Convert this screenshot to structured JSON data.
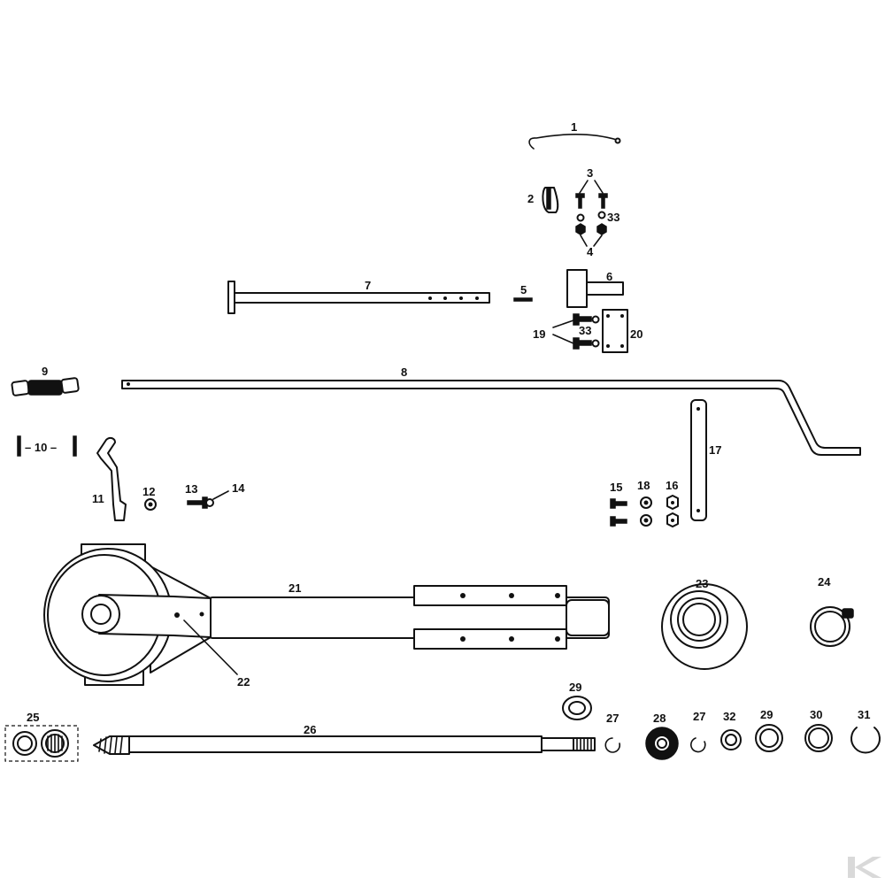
{
  "figure": {
    "type": "exploded parts diagram",
    "background": "#ffffff",
    "ink": "#111111"
  },
  "labels": {
    "p1": "1",
    "p2": "2",
    "p3": "3",
    "p4": "4",
    "p5": "5",
    "p6": "6",
    "p7": "7",
    "p8": "8",
    "p9": "9",
    "p10": "– 10 –",
    "p11": "11",
    "p12": "12",
    "p13": "13",
    "p14": "14",
    "p15": "15",
    "p16": "16",
    "p17": "17",
    "p18": "18",
    "p19": "19",
    "p20": "20",
    "p21": "21",
    "p22": "22",
    "p23": "23",
    "p24": "24",
    "p25": "25",
    "p26": "26",
    "p27a": "27",
    "p27b": "27",
    "p28": "28",
    "p29a": "29",
    "p29b": "29",
    "p30": "30",
    "p31": "31",
    "p32": "32",
    "p33a": "33",
    "p33b": "33"
  },
  "watermark": {
    "icon": "k-logo-icon",
    "color": "#d9d9d9"
  }
}
